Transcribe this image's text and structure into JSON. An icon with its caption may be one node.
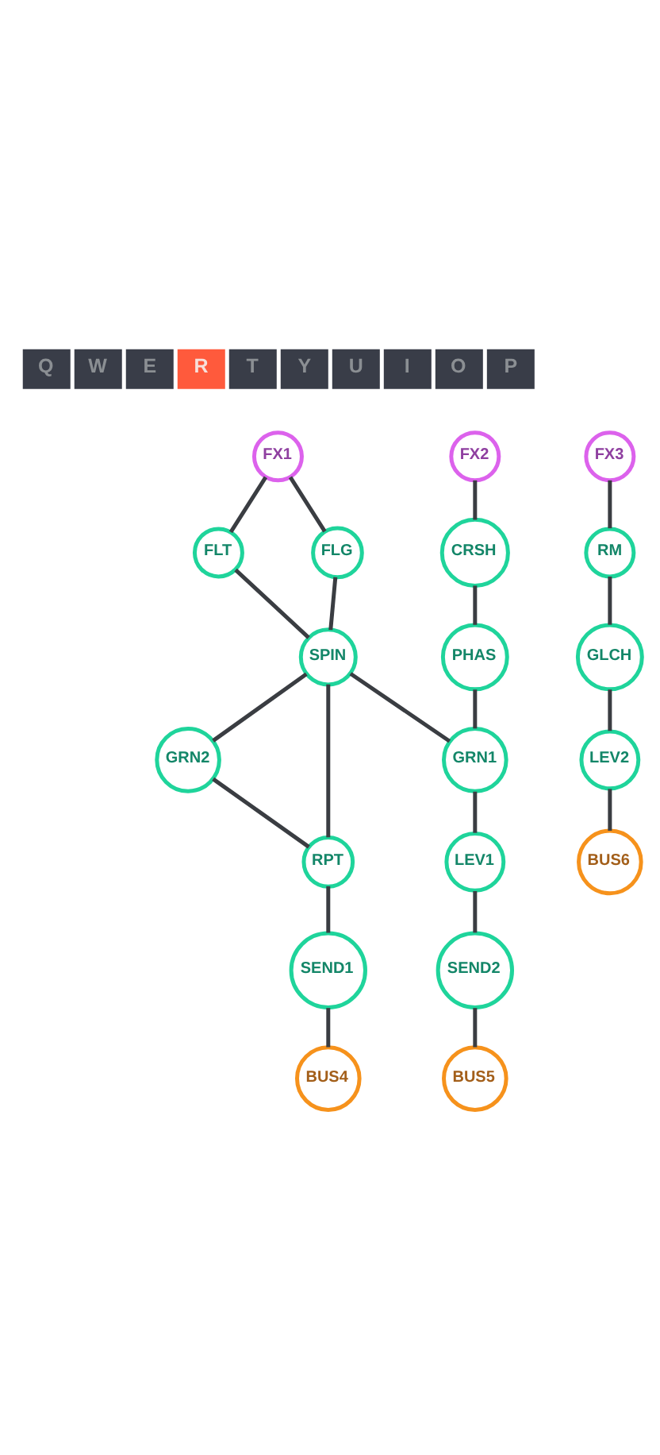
{
  "diagram": {
    "nodes": [
      {
        "text": [
          "FX3"
        ]
      },
      {
        "text": [
          "FX1"
        ]
      },
      {
        "text": [
          "FX2"
        ]
      },
      {
        "text": [
          "RM"
        ]
      },
      {
        "text": [
          "FLT"
        ]
      },
      {
        "text": [
          "FLG"
        ]
      },
      {
        "text": [
          "CRSH"
        ]
      },
      {
        "text": [
          "SPIN"
        ]
      },
      {
        "text": [
          "PHAS"
        ]
      },
      {
        "text": [
          "GRN2"
        ]
      },
      {
        "text": [
          "GRN1"
        ]
      },
      {
        "text": [
          "GLCH"
        ]
      },
      {
        "text": [
          "RPT"
        ]
      },
      {
        "text": [
          "LEV1"
        ]
      },
      {
        "text": [
          "LEV2"
        ]
      },
      {
        "text": [
          "SEND1"
        ]
      },
      {
        "text": [
          "SEND2"
        ]
      },
      {
        "text": [
          "BUS4"
        ]
      },
      {
        "text": [
          "BUS6"
        ]
      },
      {
        "text": [
          "BUS5"
        ]
      }
    ],
    "edges": [
      {
        "from": 1,
        "to": 4,
        "arrow": "none"
      },
      {
        "from": 1,
        "to": 5,
        "arrow": "none"
      },
      {
        "from": 4,
        "to": 7,
        "arrow": "none"
      },
      {
        "from": 5,
        "to": 7,
        "arrow": "none"
      },
      {
        "from": 7,
        "to": 9,
        "arrow": "none"
      },
      {
        "from": 7,
        "to": 12,
        "arrow": "none"
      },
      {
        "from": 7,
        "to": 10,
        "arrow": "none"
      },
      {
        "from": 9,
        "to": 12,
        "arrow": "none"
      },
      {
        "from": 12,
        "to": 15,
        "arrow": "none"
      },
      {
        "from": 15,
        "to": 17,
        "arrow": "none"
      },
      {
        "from": 2,
        "to": 6,
        "arrow": "none"
      },
      {
        "from": 6,
        "to": 8,
        "arrow": "none"
      },
      {
        "from": 8,
        "to": 10,
        "arrow": "none"
      },
      {
        "from": 10,
        "to": 13,
        "arrow": "none"
      },
      {
        "from": 13,
        "to": 16,
        "arrow": "none"
      },
      {
        "from": 16,
        "to": 19,
        "arrow": "none"
      },
      {
        "from": 0,
        "to": 3,
        "arrow": "none"
      },
      {
        "from": 3,
        "to": 11,
        "arrow": "none"
      },
      {
        "from": 11,
        "to": 14,
        "arrow": "none"
      },
      {
        "from": 14,
        "to": 18,
        "arrow": "none"
      }
    ],
    "labels": [
      "Q",
      "W",
      "E",
      "R",
      "T",
      "Y",
      "U",
      "I",
      "O",
      "P"
    ]
  }
}
